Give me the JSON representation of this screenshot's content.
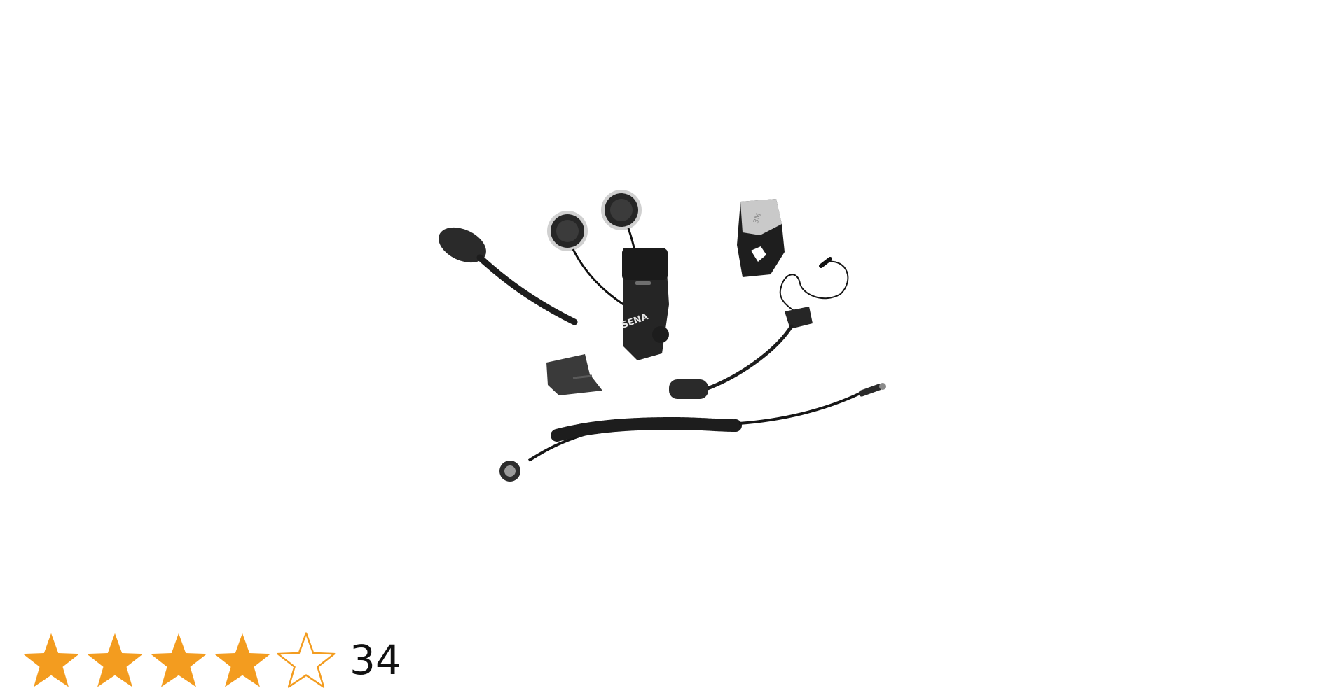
{
  "product": {
    "image_icon": "helmet-audio-kit-product-image",
    "brand_print": "SENA",
    "adhesive_print": "3M"
  },
  "rating": {
    "value": 4,
    "max": 5,
    "star_color": "#F39C1F",
    "star_empty_fill": "#ffffff",
    "count": "34"
  }
}
